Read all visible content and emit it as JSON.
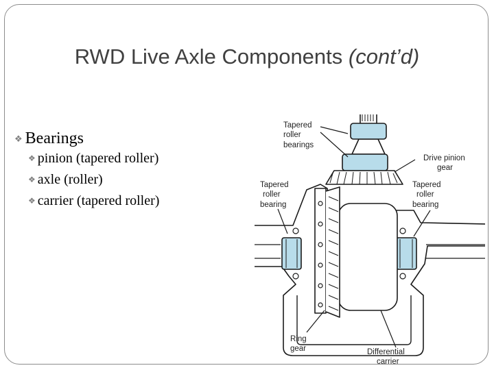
{
  "slide": {
    "title_main": "RWD Live Axle Components ",
    "title_italic": "(cont’d)",
    "bullet_heading": "Bearings",
    "sub_bullets": [
      "pinion (tapered roller)",
      "axle (roller)",
      "carrier (tapered roller)"
    ]
  },
  "diagram": {
    "labels": {
      "pinion_bearings_1": "Tapered",
      "pinion_bearings_2": "roller",
      "pinion_bearings_3": "bearings",
      "drive_pinion_1": "Drive pinion",
      "drive_pinion_2": "gear",
      "left_bearing_1": "Tapered",
      "left_bearing_2": "roller",
      "left_bearing_3": "bearing",
      "right_bearing_1": "Tapered",
      "right_bearing_2": "roller",
      "right_bearing_3": "bearing",
      "ring_gear_1": "Ring",
      "ring_gear_2": "gear",
      "diff_carrier_1": "Differential",
      "diff_carrier_2": "carrier"
    },
    "colors": {
      "bearing_fill": "#b8dcea",
      "line": "#1a1a1a"
    }
  }
}
